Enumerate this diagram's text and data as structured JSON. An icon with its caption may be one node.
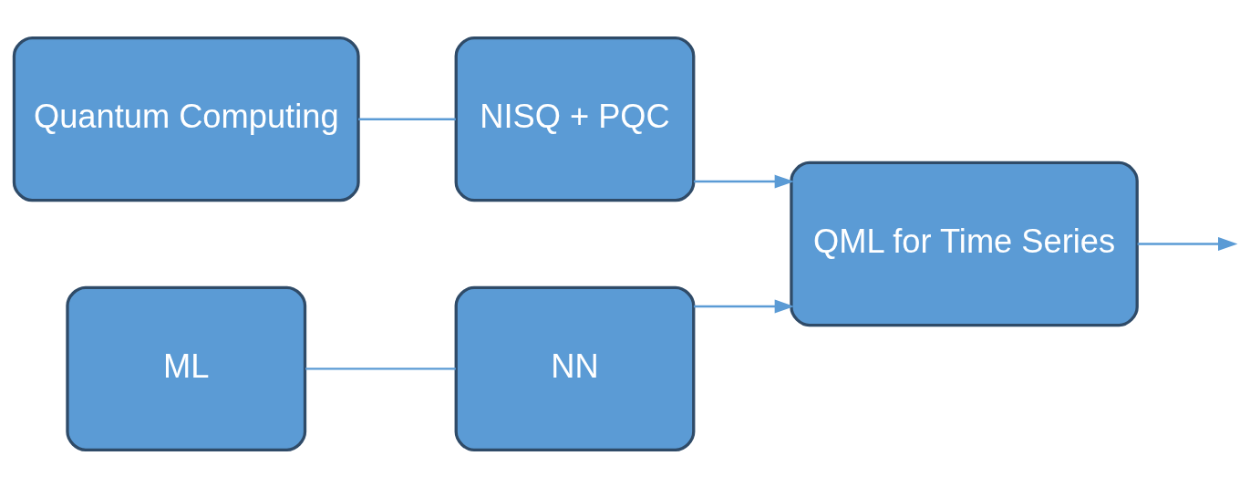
{
  "diagram": {
    "nodes": [
      {
        "text": [
          "Quantum Computing"
        ]
      },
      {
        "text": [
          "NISQ + PQC"
        ]
      },
      {
        "text": [
          "ML"
        ]
      },
      {
        "text": [
          "NN"
        ]
      },
      {
        "text": [
          "QML for Time Series"
        ]
      }
    ],
    "edges": [
      {
        "from": 0,
        "to": 1,
        "arrow": "none"
      },
      {
        "from": 2,
        "to": 3,
        "arrow": "none"
      },
      {
        "from": 1,
        "to": 4,
        "arrow": "to"
      },
      {
        "from": 3,
        "to": 4,
        "arrow": "to"
      },
      {
        "from": 4,
        "to": null,
        "arrow": "to"
      }
    ]
  }
}
